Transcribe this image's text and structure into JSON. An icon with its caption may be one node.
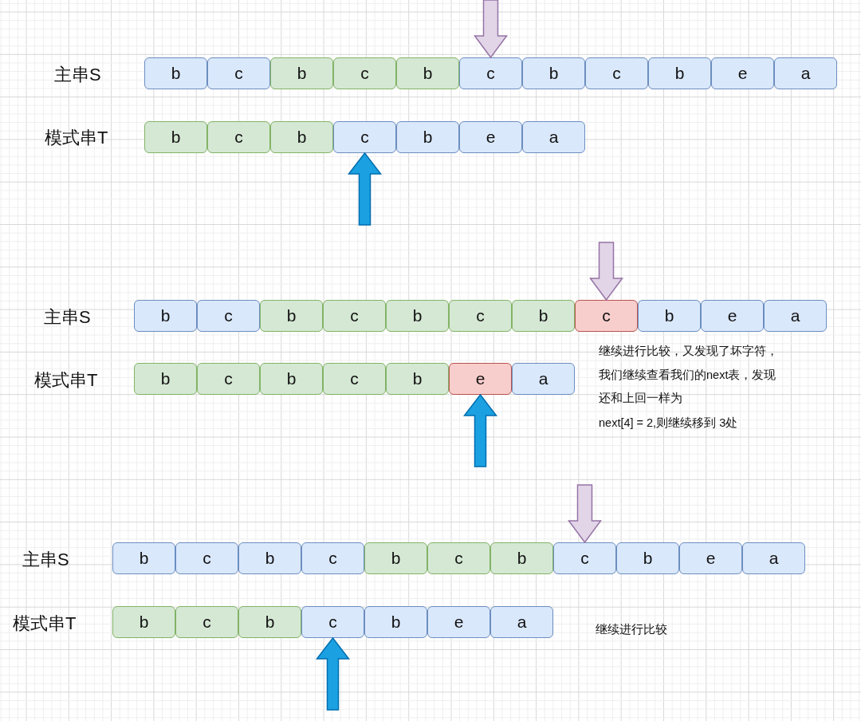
{
  "diagram": {
    "nodes": [
      {
        "text": [
          "b"
        ]
      },
      {
        "text": [
          "c"
        ]
      },
      {
        "text": [
          "b"
        ]
      },
      {
        "text": [
          "c"
        ]
      },
      {
        "text": [
          "b"
        ]
      },
      {
        "text": [
          "c"
        ]
      },
      {
        "text": [
          "b"
        ]
      },
      {
        "text": [
          "c"
        ]
      },
      {
        "text": [
          "b"
        ]
      },
      {
        "text": [
          "e"
        ]
      },
      {
        "text": [
          "a"
        ]
      },
      {
        "text": [
          "b"
        ]
      },
      {
        "text": [
          "c"
        ]
      },
      {
        "text": [
          "b"
        ]
      },
      {
        "text": [
          "c"
        ]
      },
      {
        "text": [
          "b"
        ]
      },
      {
        "text": [
          "e"
        ]
      },
      {
        "text": [
          "a"
        ]
      },
      {
        "text": [
          "b"
        ]
      },
      {
        "text": [
          "c"
        ]
      },
      {
        "text": [
          "b"
        ]
      },
      {
        "text": [
          "c"
        ]
      },
      {
        "text": [
          "b"
        ]
      },
      {
        "text": [
          "c"
        ]
      },
      {
        "text": [
          "b"
        ]
      },
      {
        "text": [
          "c"
        ]
      },
      {
        "text": [
          "b"
        ]
      },
      {
        "text": [
          "e"
        ]
      },
      {
        "text": [
          "a"
        ]
      },
      {
        "text": [
          "b"
        ]
      },
      {
        "text": [
          "c"
        ]
      },
      {
        "text": [
          "b"
        ]
      },
      {
        "text": [
          "c"
        ]
      },
      {
        "text": [
          "b"
        ]
      },
      {
        "text": [
          "e"
        ]
      },
      {
        "text": [
          "a"
        ]
      },
      {
        "text": [
          "b"
        ]
      },
      {
        "text": [
          "c"
        ]
      },
      {
        "text": [
          "b"
        ]
      },
      {
        "text": [
          "c"
        ]
      },
      {
        "text": [
          "b"
        ]
      },
      {
        "text": [
          "c"
        ]
      },
      {
        "text": [
          "b"
        ]
      },
      {
        "text": [
          "c"
        ]
      },
      {
        "text": [
          "b"
        ]
      },
      {
        "text": [
          "e"
        ]
      },
      {
        "text": [
          "a"
        ]
      },
      {
        "text": [
          "b"
        ]
      },
      {
        "text": [
          "c"
        ]
      },
      {
        "text": [
          "b"
        ]
      },
      {
        "text": [
          "c"
        ]
      },
      {
        "text": [
          "b"
        ]
      },
      {
        "text": [
          "e"
        ]
      },
      {
        "text": [
          "a"
        ]
      }
    ],
    "edges": [
      {
        "from": null,
        "to": 5,
        "arrow": "to",
        "color": "#e1d5e7"
      },
      {
        "from": null,
        "to": 14,
        "arrow": "to",
        "color": "#1ba1e2"
      },
      {
        "from": null,
        "to": 25,
        "arrow": "to",
        "color": "#e1d5e7"
      },
      {
        "from": null,
        "to": 34,
        "arrow": "to",
        "color": "#1ba1e2"
      },
      {
        "from": null,
        "to": 43,
        "arrow": "to",
        "color": "#e1d5e7"
      },
      {
        "from": null,
        "to": 50,
        "arrow": "to",
        "color": "#1ba1e2"
      }
    ],
    "labels": [
      "主串S",
      "模式串T",
      "主串S",
      "模式串T",
      "继续进行比较，又发现了坏字符，",
      "我们继续查看我们的next表，发现",
      "还和上回一样为",
      "next[4] = 2,则继续移到 3处",
      "主串S",
      "模式串T",
      "继续进行比较"
    ]
  }
}
